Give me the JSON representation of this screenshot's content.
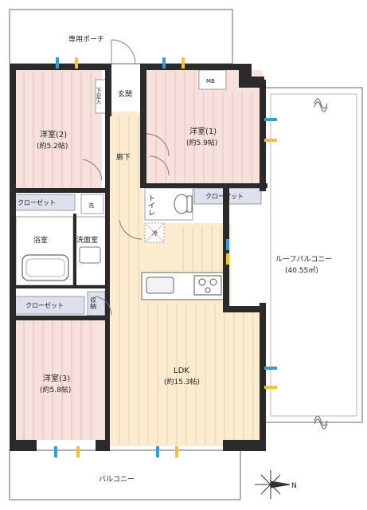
{
  "colors": {
    "bedroom": "#f7e1dc",
    "ldk": "#fbecd0",
    "closet": "#dde1ee",
    "wall": "#2a2a2a",
    "outline": "#9a9a9a",
    "window_blue": "#3a9ad9",
    "window_yellow": "#f2c230"
  },
  "labels": {
    "porch": "専用ポーチ",
    "genkan": "玄関",
    "shoes_box": "下足入",
    "mb": "MB",
    "hallway": "廊下",
    "toilet": "トイレ",
    "bath": "浴室",
    "washroom": "洗面室",
    "laundry": "洗",
    "storage": "収納",
    "ref": "冷",
    "roof_balcony": "ルーフバルコニー",
    "roof_balcony_area": "(40.55㎡)",
    "balcony": "バルコニー",
    "north": "N"
  },
  "rooms": {
    "western2": {
      "name": "洋室(2)",
      "size": "(約5.2帖)"
    },
    "western1": {
      "name": "洋室(1)",
      "size": "(約5.9帖)"
    },
    "western3": {
      "name": "洋室(3)",
      "size": "(約5.8帖)"
    },
    "ldk": {
      "name": "LDK",
      "size": "(約15.3帖)"
    }
  },
  "closets": {
    "c1": "クローゼット",
    "c2": "クローゼット",
    "c3": "クローゼット"
  },
  "icons": [
    "window-mark-icon",
    "compass-icon",
    "bathtub-icon",
    "sink-icon",
    "stove-icon",
    "toilet-icon"
  ]
}
